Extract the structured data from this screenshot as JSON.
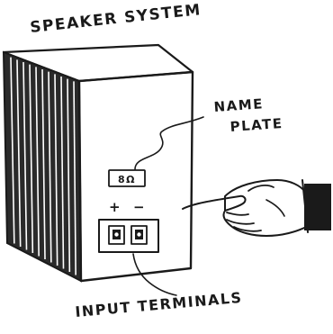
{
  "labels": {
    "title": "SPEAKER SYSTEM",
    "name_plate_line1": "NAME",
    "name_plate_line2": "PLATE",
    "input_terminals": "INPUT TERMINALS",
    "impedance": "8Ω",
    "plus": "+",
    "minus": "−"
  },
  "icons": {
    "hand": "pointing-hand-icon",
    "terminal": "binding-post-icon"
  },
  "colors": {
    "ink": "#1a1a1a",
    "paper": "#ffffff"
  }
}
